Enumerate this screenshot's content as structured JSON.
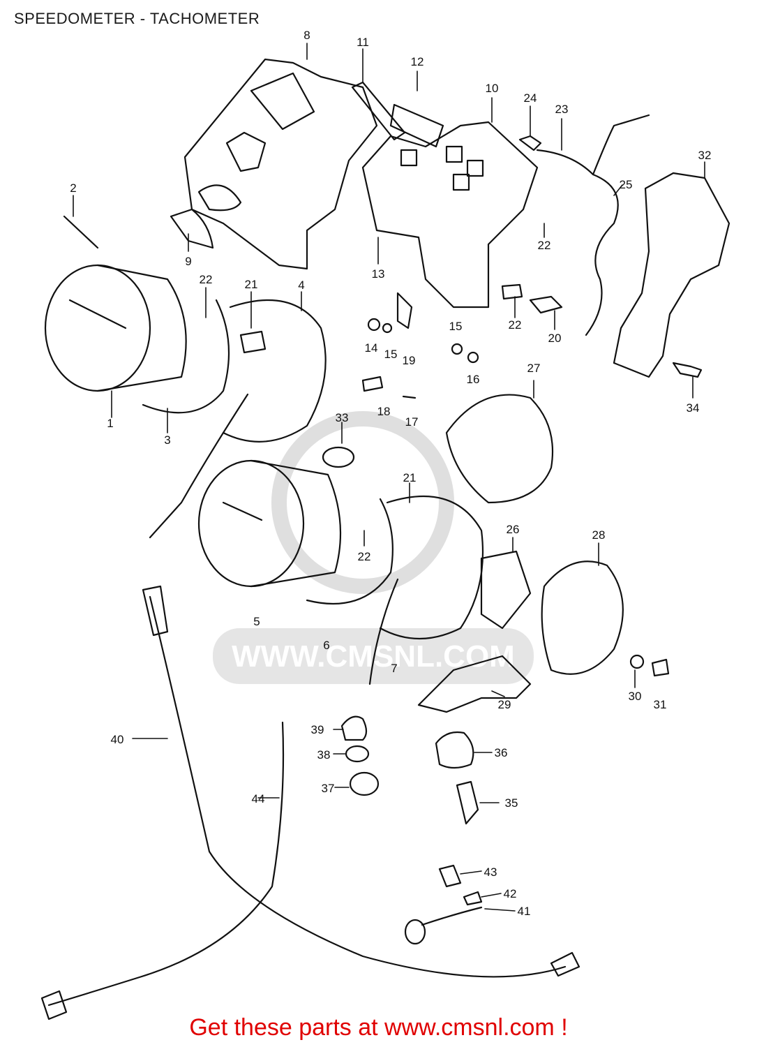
{
  "title": "SPEEDOMETER - TACHOMETER",
  "watermark": {
    "text": "WWW.CMSNL.COM",
    "color": "#d6d6d6"
  },
  "footer": {
    "text": "Get these parts at www.cmsnl.com !",
    "color": "#e00000"
  },
  "callouts": [
    "1",
    "2",
    "3",
    "4",
    "5",
    "6",
    "7",
    "8",
    "9",
    "10",
    "11",
    "12",
    "13",
    "14",
    "15",
    "15",
    "16",
    "17",
    "18",
    "19",
    "20",
    "21",
    "21",
    "22",
    "22",
    "22",
    "22",
    "23",
    "24",
    "25",
    "26",
    "27",
    "28",
    "29",
    "30",
    "31",
    "32",
    "33",
    "34",
    "35",
    "36",
    "37",
    "38",
    "39",
    "40",
    "41",
    "42",
    "43",
    "44"
  ],
  "colors": {
    "line": "#111111",
    "background": "#ffffff"
  }
}
